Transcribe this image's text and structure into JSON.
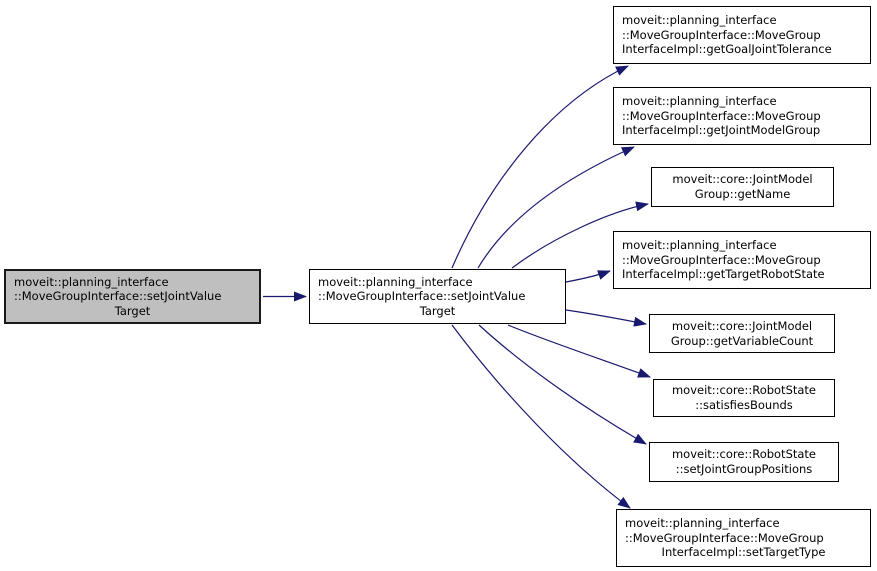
{
  "diagram": {
    "type": "call-graph",
    "colors": {
      "edge": "#191970",
      "node_border": "#000000",
      "node_background": "#ffffff",
      "highlight_background": "#bfbfbf"
    },
    "nodes": {
      "caller": {
        "lines": [
          "moveit::planning_interface",
          "::MoveGroupInterface::setJointValue",
          "Target"
        ],
        "highlighted": true
      },
      "main": {
        "lines": [
          "moveit::planning_interface",
          "::MoveGroupInterface::setJointValue",
          "Target"
        ]
      },
      "getGoalJointTolerance": {
        "lines": [
          "moveit::planning_interface",
          "::MoveGroupInterface::MoveGroup",
          "InterfaceImpl::getGoalJointTolerance"
        ]
      },
      "getJointModelGroup": {
        "lines": [
          "moveit::planning_interface",
          "::MoveGroupInterface::MoveGroup",
          "InterfaceImpl::getJointModelGroup"
        ]
      },
      "getName": {
        "lines": [
          "moveit::core::JointModel",
          "Group::getName"
        ]
      },
      "getTargetRobotState": {
        "lines": [
          "moveit::planning_interface",
          "::MoveGroupInterface::MoveGroup",
          "InterfaceImpl::getTargetRobotState"
        ]
      },
      "getVariableCount": {
        "lines": [
          "moveit::core::JointModel",
          "Group::getVariableCount"
        ]
      },
      "satisfiesBounds": {
        "lines": [
          "moveit::core::RobotState",
          "::satisfiesBounds"
        ]
      },
      "setJointGroupPositions": {
        "lines": [
          "moveit::core::RobotState",
          "::setJointGroupPositions"
        ]
      },
      "setTargetType": {
        "lines": [
          "moveit::planning_interface",
          "::MoveGroupInterface::MoveGroup",
          "InterfaceImpl::setTargetType"
        ]
      }
    },
    "edges": [
      {
        "from": "caller",
        "to": "main"
      },
      {
        "from": "main",
        "to": "getGoalJointTolerance"
      },
      {
        "from": "main",
        "to": "getJointModelGroup"
      },
      {
        "from": "main",
        "to": "getName"
      },
      {
        "from": "main",
        "to": "getTargetRobotState"
      },
      {
        "from": "main",
        "to": "getVariableCount"
      },
      {
        "from": "main",
        "to": "satisfiesBounds"
      },
      {
        "from": "main",
        "to": "setJointGroupPositions"
      },
      {
        "from": "main",
        "to": "setTargetType"
      }
    ]
  }
}
